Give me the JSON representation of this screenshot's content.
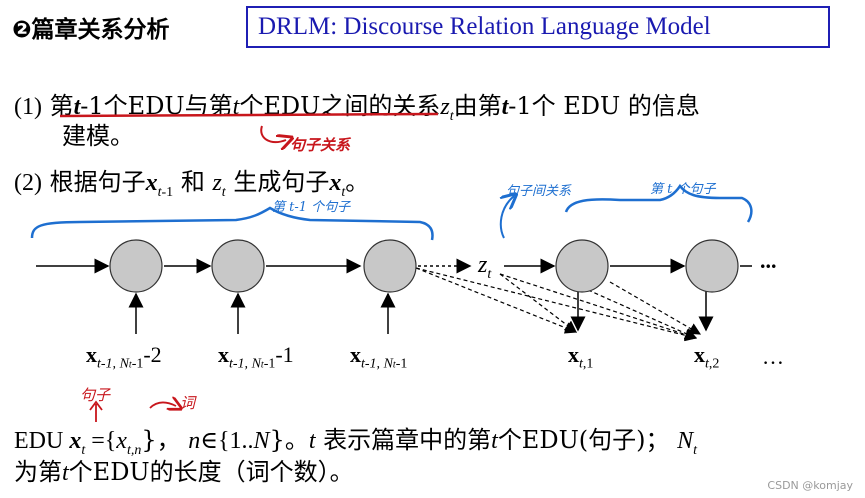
{
  "header": {
    "bullet": "❷",
    "title": "篇章关系分析",
    "model_box": "DRLM: Discourse Relation Language Model"
  },
  "line1": {
    "num": "(1)",
    "p1": "第",
    "t": "t",
    "p2": "-1个EDU与第",
    "t2": "t",
    "p3": "个EDU之间的关系",
    "z": "z",
    "zsub": "t",
    "p4": "由第",
    "t3": "t",
    "p5": "-1个 EDU 的信息",
    "cont": "建模。"
  },
  "line2": {
    "num": "(2)",
    "p1": "根据句子",
    "x1": "x",
    "x1sub": "t",
    "x1sub2": "-1",
    "p2": " 和 ",
    "z": "z",
    "zsub": "t",
    "p3": " 生成句子",
    "x2": "x",
    "x2sub": "t",
    "p4": "。"
  },
  "annotations": {
    "red_relation": "句子关系",
    "blue_prev": "第 t-1 个句子",
    "blue_rel": "句子间关系",
    "blue_curr": "第 t 个句子",
    "red_sentence": "句子",
    "red_word": "词"
  },
  "diagram": {
    "z_label": "z",
    "z_sub": "t",
    "ellipsis": "...",
    "bottom_labels": [
      {
        "x": "x",
        "sub": "t-1, ",
        "sub2": "N",
        "sub3": "t",
        "sub4": "-1",
        "suffix": "-2"
      },
      {
        "x": "x",
        "sub": "t-1, ",
        "sub2": "N",
        "sub3": "t",
        "sub4": "-1",
        "suffix": "-1"
      },
      {
        "x": "x",
        "sub": "t-1, ",
        "sub2": "N",
        "sub3": "t",
        "sub4": "-1",
        "suffix": ""
      }
    ],
    "right_labels": [
      {
        "x": "x",
        "sub": "t",
        "sub2": ",1"
      },
      {
        "x": "x",
        "sub": "t",
        "sub2": ",2"
      }
    ],
    "right_ellipsis": "…"
  },
  "bottom": {
    "p1": "EDU ",
    "x": "x",
    "xsub": "t",
    "p2": " ={",
    "xn": "x",
    "xnsub": "t,n",
    "p3": "}， ",
    "n": "n",
    "p4": "∈{1..",
    "N": "N",
    "p5": "}。",
    "t": "t",
    "p6": " 表示篇章中的第",
    "t2": "t",
    "p7": "个EDU(句子)； ",
    "N2": "N",
    "N2sub": "t",
    "line2a": "为第",
    "t3": "t",
    "line2b": "个EDU的长度（词个数）。"
  },
  "watermark": "CSDN @komjay",
  "colors": {
    "box_border": "#1f1fb4",
    "box_text": "#1a1ab0",
    "node_fill": "#c8c8c8",
    "red_ink": "#c8161c",
    "blue_ink": "#1e6fd0"
  }
}
